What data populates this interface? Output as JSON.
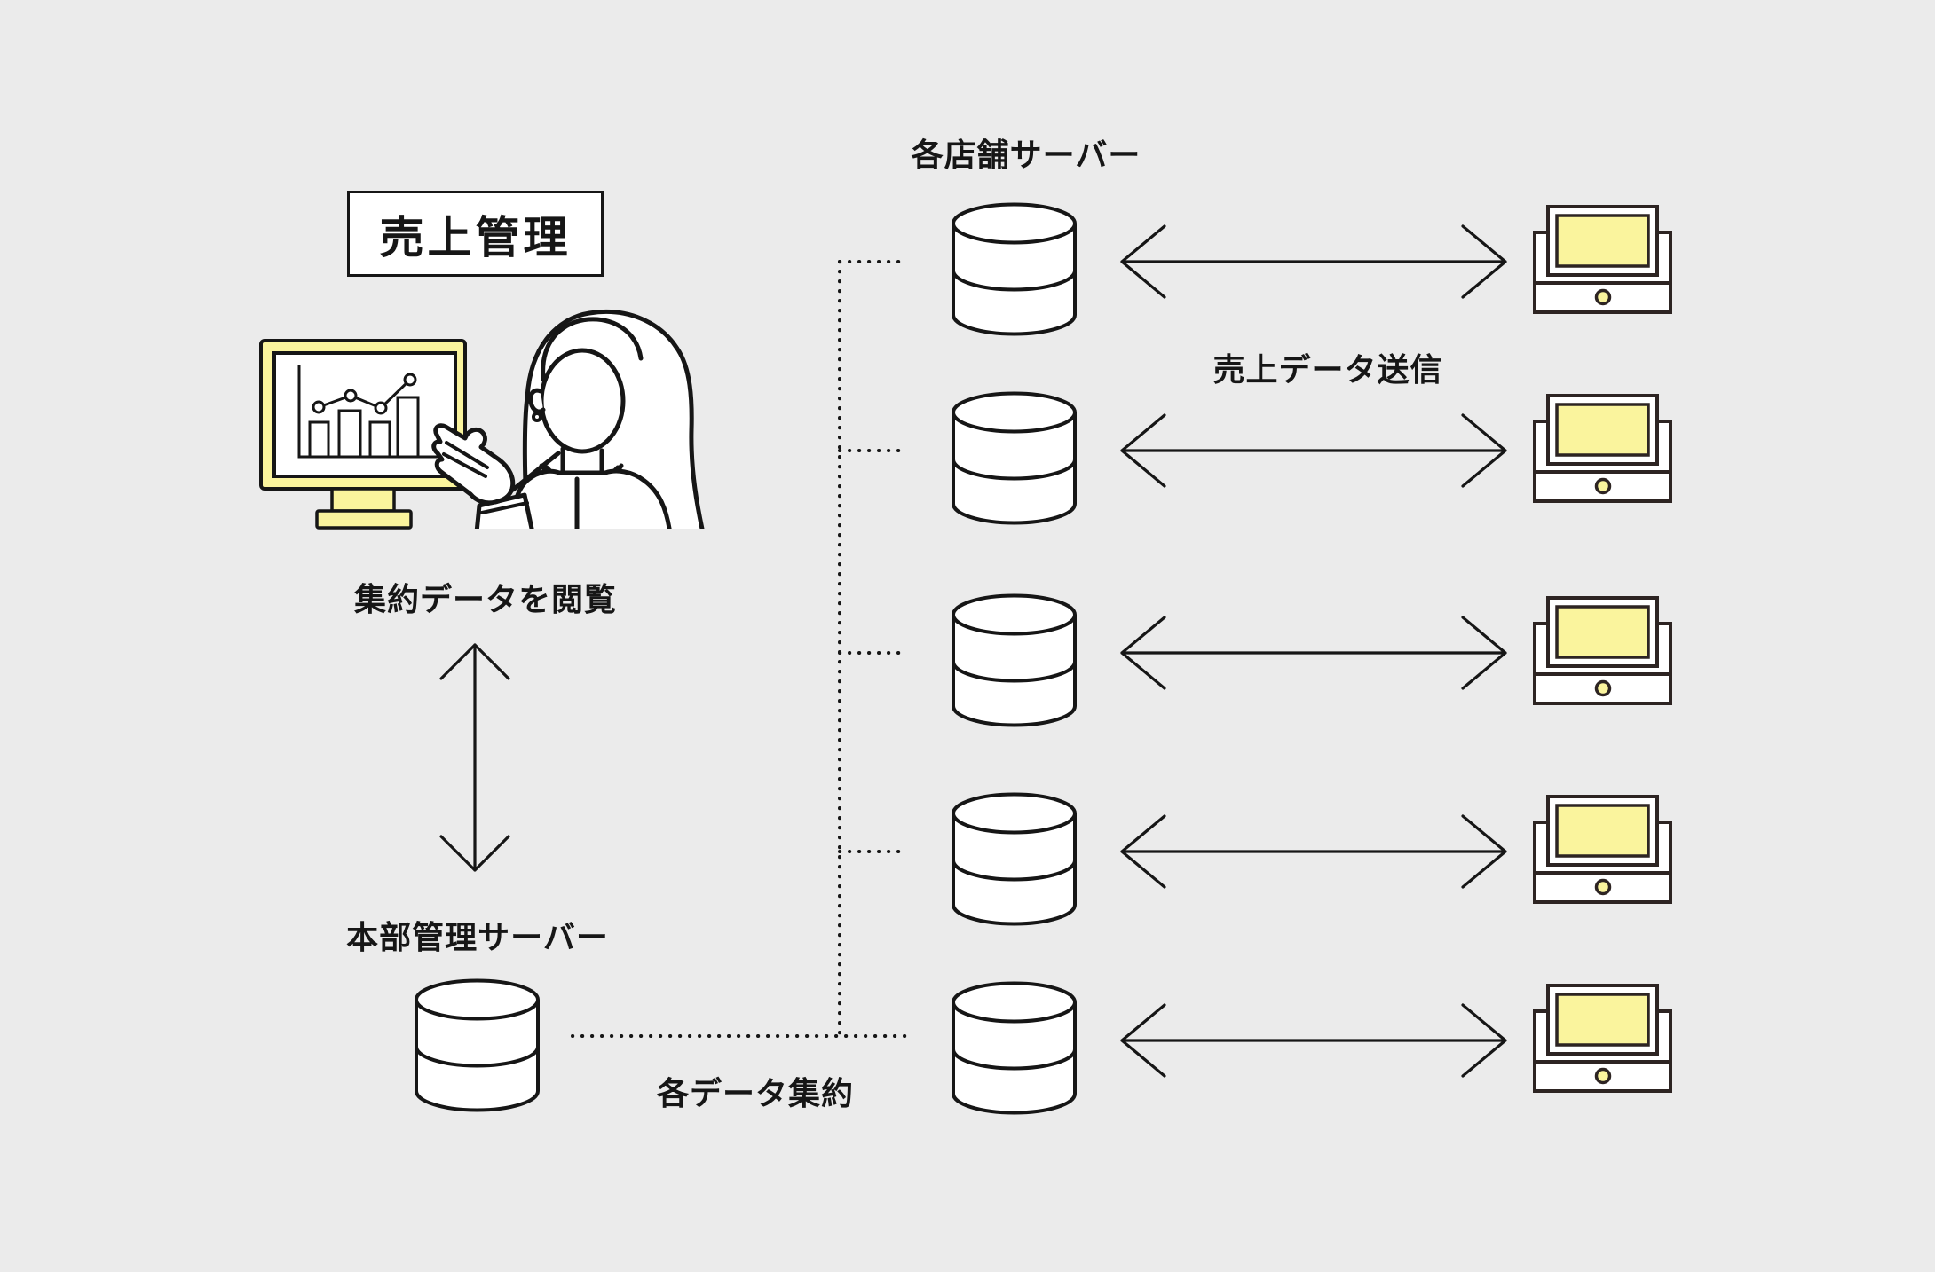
{
  "diagram": {
    "title": "売上管理",
    "store_server_label": "各店舗サーバー",
    "sales_send_label": "売上データ送信",
    "view_label": "集約データを閲覧",
    "hq_label": "本部管理サーバー",
    "aggregate_label": "各データ集約",
    "store_rows": 5,
    "icons": [
      "database-icon",
      "pos-terminal-icon",
      "double-arrow-icon",
      "dotted-connector",
      "monitor-chart-icon",
      "presenter-person-icon"
    ],
    "colors": {
      "background": "#ebebeb",
      "white": "#ffffff",
      "yellow": "#faf49d",
      "outline": "#161616",
      "pos_outline": "#2d2422"
    }
  }
}
